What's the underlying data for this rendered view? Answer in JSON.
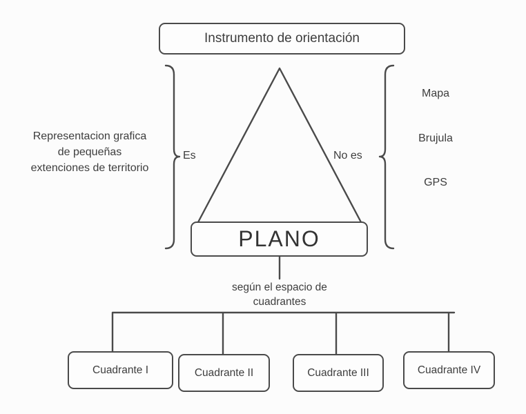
{
  "colors": {
    "stroke": "#4a4a4a",
    "text": "#3d3d3d",
    "background": "#fcfcfc"
  },
  "header": {
    "title": "Instrumento de orientación"
  },
  "concept": {
    "name": "PLANO",
    "is_label": "Es",
    "is_not_label": "No es"
  },
  "definition": {
    "lines": [
      "Representacion grafica",
      "de pequeñas",
      "extenciones de territorio"
    ]
  },
  "not_examples": {
    "items": [
      "Mapa",
      "Brujula",
      "GPS"
    ]
  },
  "branch": {
    "caption": "según el espacio de cuadrantes"
  },
  "quadrants": {
    "items": [
      "Cuadrante I",
      "Cuadrante II",
      "Cuadrante III",
      "Cuadrante IV"
    ]
  }
}
